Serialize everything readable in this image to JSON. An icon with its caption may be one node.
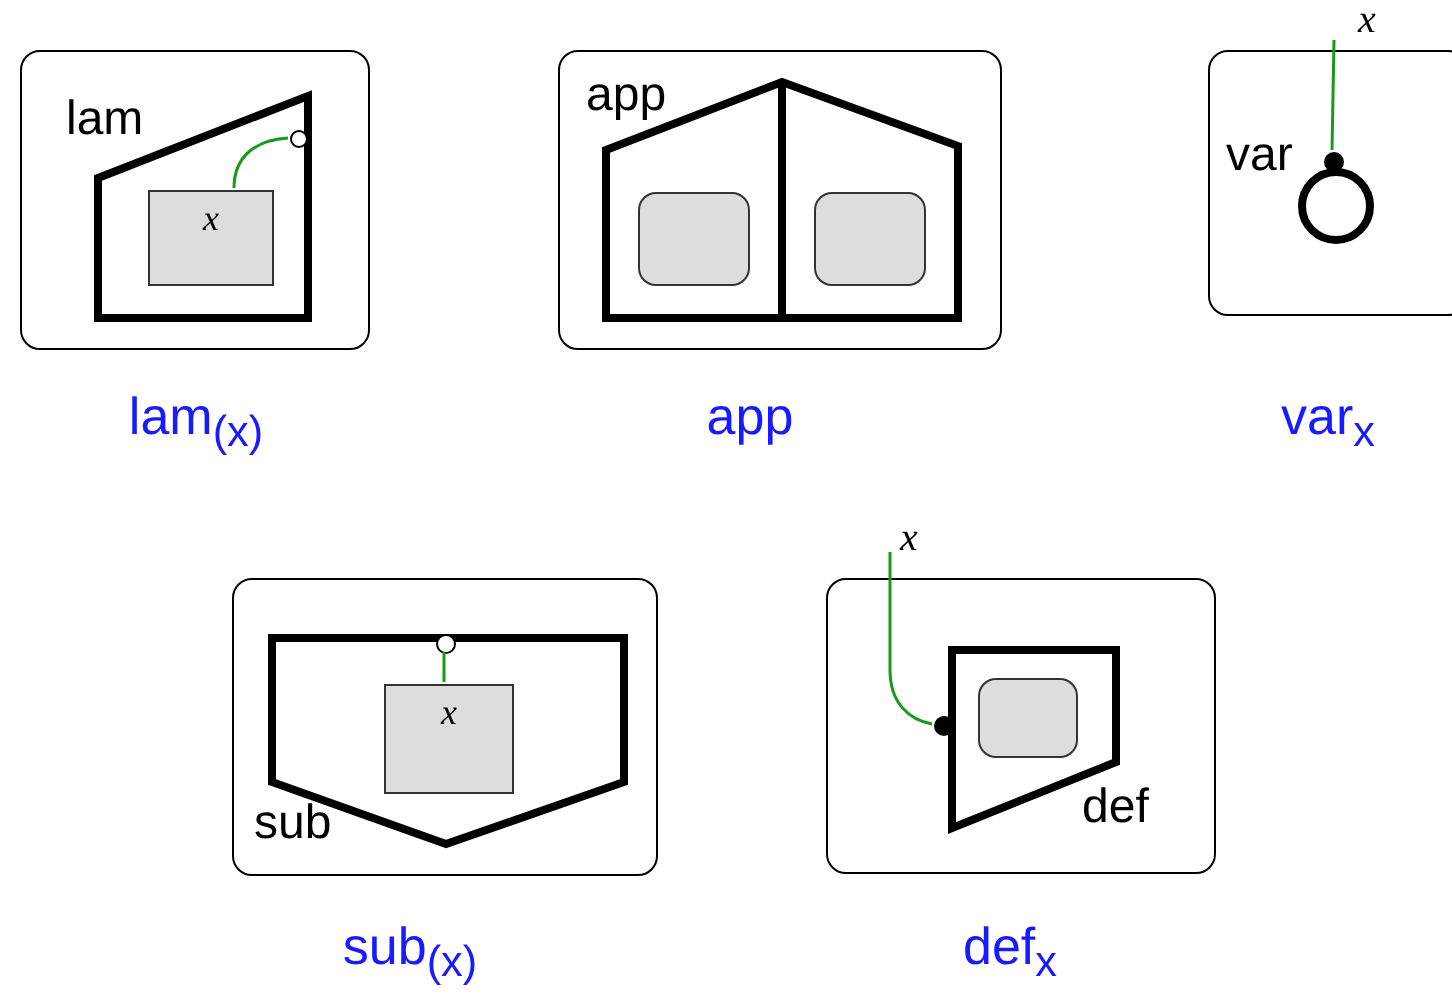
{
  "diagram": {
    "nodes": [
      {
        "text": [],
        "shape": "box",
        "beside": [
          "lam$_{(x)}$"
        ]
      },
      {
        "text": [
          "lam"
        ],
        "in": 0
      },
      {
        "text": [
          "x"
        ],
        "in": 1
      },
      {
        "text": [],
        "shape": "circle",
        "in": 1
      },
      {
        "text": [],
        "shape": "box",
        "beside": [
          "app"
        ]
      },
      {
        "text": [
          "app"
        ],
        "in": 4
      },
      {
        "text": [],
        "shape": "box",
        "in": 5
      },
      {
        "text": [],
        "shape": "box",
        "in": 5
      },
      {
        "text": [],
        "shape": "box",
        "beside": [
          "var$_{x}$"
        ]
      },
      {
        "text": [
          "var"
        ],
        "in": 8
      },
      {
        "text": [],
        "shape": "circle",
        "in": 8
      },
      {
        "text": [
          "x"
        ]
      },
      {
        "text": [],
        "shape": "box",
        "beside": [
          "sub$_{(x)}$"
        ]
      },
      {
        "text": [
          "sub"
        ],
        "in": 12
      },
      {
        "text": [
          "x"
        ],
        "in": 13
      },
      {
        "text": [],
        "shape": "circle",
        "in": 12
      },
      {
        "text": [],
        "shape": "box",
        "beside": [
          "def$_{x}$"
        ]
      },
      {
        "text": [
          "def"
        ],
        "in": 16
      },
      {
        "text": [],
        "shape": "box",
        "in": 17
      },
      {
        "text": [],
        "shape": "circle",
        "in": 16
      },
      {
        "text": [
          "x"
        ]
      }
    ],
    "edges": [
      {
        "from": 2,
        "to": 3,
        "arrow": "none"
      },
      {
        "from": 11,
        "to": 10,
        "arrow": "none"
      },
      {
        "from": 14,
        "to": 15,
        "arrow": "none"
      },
      {
        "from": 20,
        "to": 19,
        "arrow": "none"
      }
    ]
  }
}
